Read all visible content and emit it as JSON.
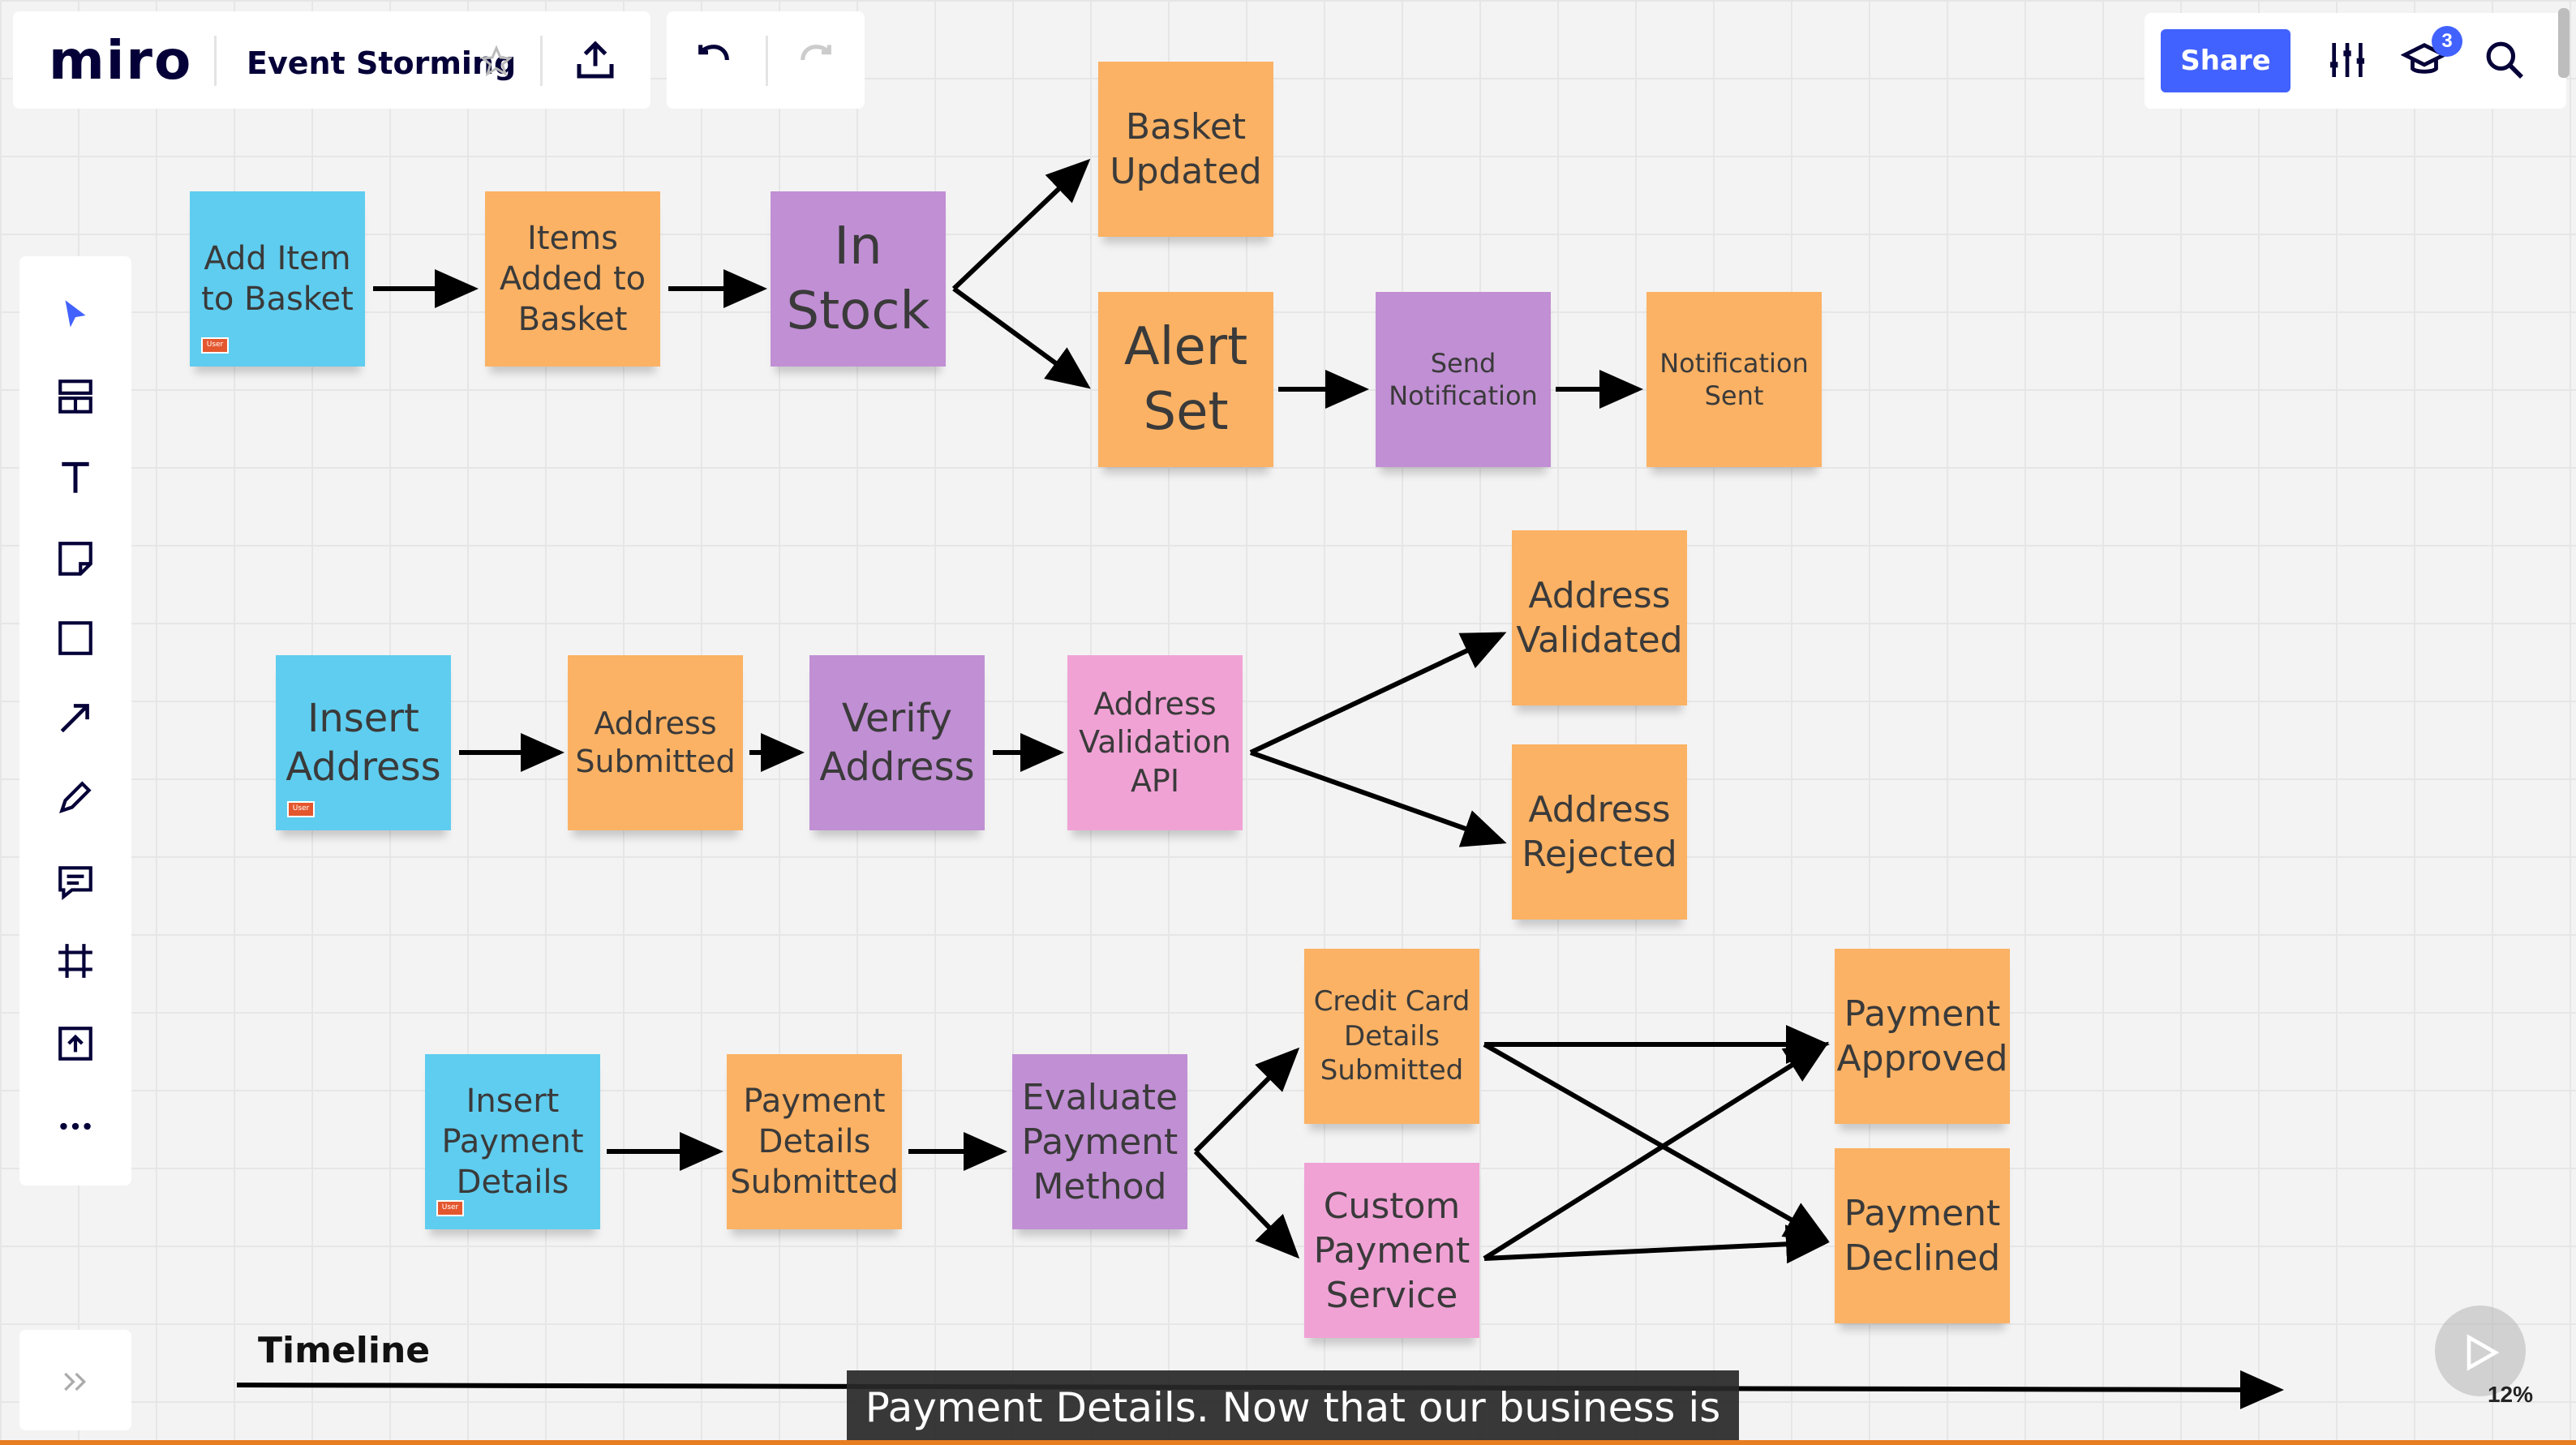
{
  "app": {
    "logo": "miro",
    "board_title": "Event Storming"
  },
  "topbar": {
    "star_icon": "star-icon",
    "export_icon": "upload-icon",
    "undo_icon": "undo-icon",
    "redo_icon": "redo-icon",
    "share_label": "Share",
    "settings_icon": "sliders-icon",
    "learning_icon": "graduation-cap-icon",
    "notification_count": "3",
    "search_icon": "search-icon"
  },
  "toolbar": {
    "tools": [
      "select-tool",
      "templates-tool",
      "text-tool",
      "sticky-note-tool",
      "shape-tool",
      "arrow-tool",
      "pen-tool",
      "comment-tool",
      "frame-tool",
      "upload-tool",
      "more-tools"
    ],
    "expand_icon": "double-chevron-right-icon"
  },
  "colors": {
    "orange": "#fbb264",
    "purple": "#c18fd4",
    "blue": "#5fcdef",
    "pink": "#f0a2d5",
    "share_blue": "#4262ff"
  },
  "stickies": {
    "add_item": "Add Item\nto Basket",
    "items_added": "Items\nAdded to\nBasket",
    "in_stock": "In\nStock",
    "basket_updated": "Basket\nUpdated",
    "alert_set": "Alert\nSet",
    "send_notification": "Send\nNotification",
    "notification_sent": "Notification\nSent",
    "insert_address": "Insert\nAddress",
    "address_submitted": "Address\nSubmitted",
    "verify_address": "Verify\nAddress",
    "address_validation_api": "Address\nValidation\nAPI",
    "address_validated": "Address\nValidated",
    "address_rejected": "Address\nRejected",
    "insert_payment": "Insert\nPayment\nDetails",
    "payment_details_submitted": "Payment\nDetails\nSubmitted",
    "evaluate_payment": "Evaluate\nPayment\nMethod",
    "credit_card_submitted": "Credit Card\nDetails\nSubmitted",
    "custom_payment": "Custom\nPayment\nService",
    "payment_approved": "Payment\nApproved",
    "payment_declined": "Payment\nDeclined",
    "user_tag": "User"
  },
  "timeline": {
    "label": "Timeline"
  },
  "caption": "Payment Details. Now that our business is",
  "zoom": "12%"
}
